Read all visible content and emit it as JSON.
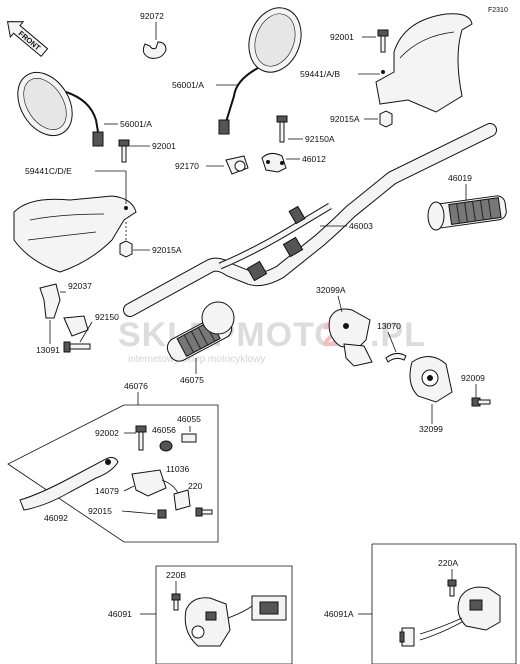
{
  "figure_code": "F2310",
  "front_label": "FRONT",
  "watermark": {
    "brand": "SKLEPMOTO",
    "brand_accent": "24",
    "brand_tld": ".PL",
    "tagline": "internetowy sklep motocyklowy"
  },
  "parts": {
    "p92072": "92072",
    "p92001_top": "92001",
    "p56001_a_top": "56001/A",
    "p59441_ab": "59441/A/B",
    "p56001_a_left": "56001/A",
    "p92001_left": "92001",
    "p92015a_top": "92015A",
    "p92150a": "92150A",
    "p92170": "92170",
    "p46012": "46012",
    "p59441_cde": "59441C/D/E",
    "p46019": "46019",
    "p46003": "46003",
    "p92015a_left": "92015A",
    "p92037": "92037",
    "p32099a": "32099A",
    "p92150": "92150",
    "p13070": "13070",
    "p13091": "13091",
    "p46075": "46075",
    "p92009": "92009",
    "p46076": "46076",
    "p32099": "32099",
    "p46055": "46055",
    "p92002": "92002",
    "p46056": "46056",
    "p11036": "11036",
    "p14079": "14079",
    "p220_mid": "220",
    "p92015_mid": "92015",
    "p46092": "46092",
    "p220b": "220B",
    "p220a": "220A",
    "p46091": "46091",
    "p46091a": "46091A"
  }
}
